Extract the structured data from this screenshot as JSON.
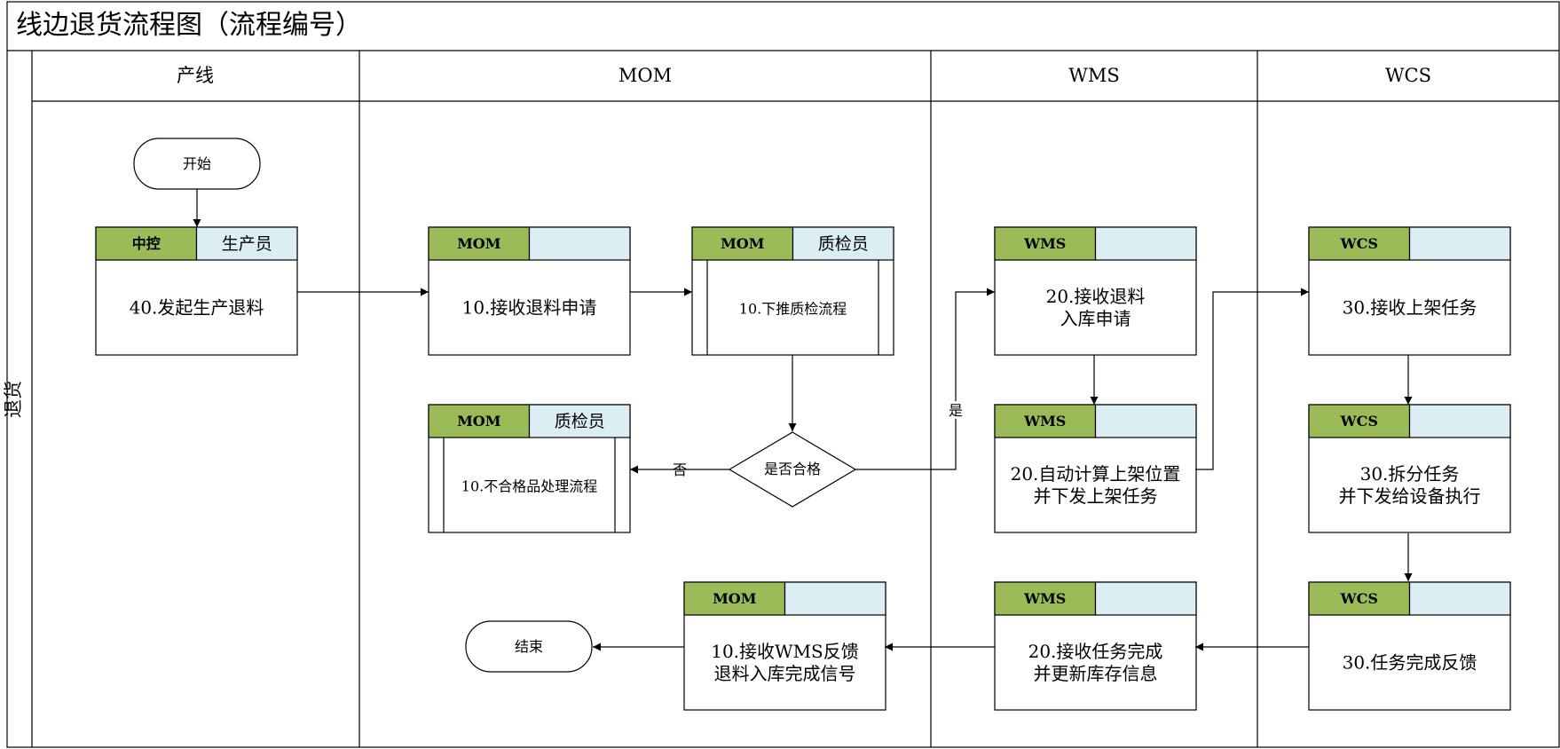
{
  "title": "线边退货流程图（流程编号）",
  "row_label": "退货",
  "lanes": [
    "产线",
    "MOM",
    "WMS",
    "WCS"
  ],
  "colors": {
    "header_green": "#9bbb59",
    "header_blue": "#dbeef3",
    "line": "#000000"
  },
  "terminals": {
    "start": "开始",
    "end": "结束"
  },
  "decision": {
    "label": "是否合格",
    "yes": "是",
    "no": "否"
  },
  "boxes": {
    "b1": {
      "system": "中控",
      "role": "生产员",
      "lines": [
        "40.发起生产退料"
      ]
    },
    "b2": {
      "system": "MOM",
      "role": "",
      "lines": [
        "10.接收退料申请"
      ]
    },
    "b3": {
      "system": "MOM",
      "role": "质检员",
      "lines": [
        "10.下推质检流程"
      ]
    },
    "b4": {
      "system": "MOM",
      "role": "质检员",
      "lines": [
        "10.不合格品处理流程"
      ]
    },
    "b5": {
      "system": "WMS",
      "role": "",
      "lines": [
        "20.接收退料",
        "入库申请"
      ]
    },
    "b6": {
      "system": "WMS",
      "role": "",
      "lines": [
        "20.自动计算上架位置",
        "并下发上架任务"
      ]
    },
    "b7": {
      "system": "WCS",
      "role": "",
      "lines": [
        "30.接收上架任务"
      ]
    },
    "b8": {
      "system": "WCS",
      "role": "",
      "lines": [
        "30.拆分任务",
        "并下发给设备执行"
      ]
    },
    "b9": {
      "system": "WCS",
      "role": "",
      "lines": [
        "30.任务完成反馈"
      ]
    },
    "b10": {
      "system": "WMS",
      "role": "",
      "lines": [
        "20.接收任务完成",
        "并更新库存信息"
      ]
    },
    "b11": {
      "system": "MOM",
      "role": "",
      "lines": [
        "10.接收WMS反馈",
        "退料入库完成信号"
      ]
    }
  }
}
